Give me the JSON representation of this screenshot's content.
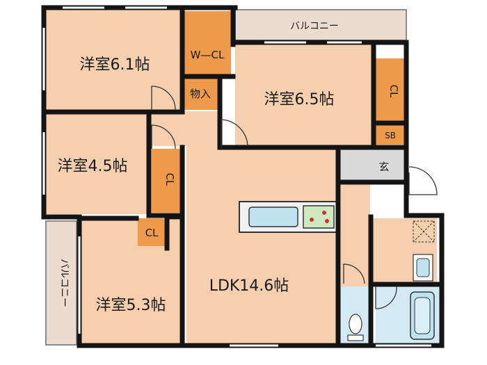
{
  "rooms": {
    "western_1": "洋室6.1帖",
    "western_2": "洋室6.5帖",
    "western_3": "洋室4.5帖",
    "western_4": "洋室5.3帖",
    "ldk": "LDK14.6帖"
  },
  "storage": {
    "walk_in_closet": "W―CL",
    "storage_in": "物入",
    "closet_1": "CL",
    "closet_2": "CL",
    "closet_3": "CL",
    "shoe_box": "SB"
  },
  "balconies": {
    "top": "バルコニー",
    "left": "バルコニー"
  },
  "entrance": "玄",
  "colors": {
    "room_fill": "#f5cfae",
    "closet_fill": "#ee9a4a",
    "balcony_fill": "#ecdcd0",
    "entrance_fill": "#dadada",
    "wet_fill": "#d4eaf3",
    "wall": "#141414"
  }
}
